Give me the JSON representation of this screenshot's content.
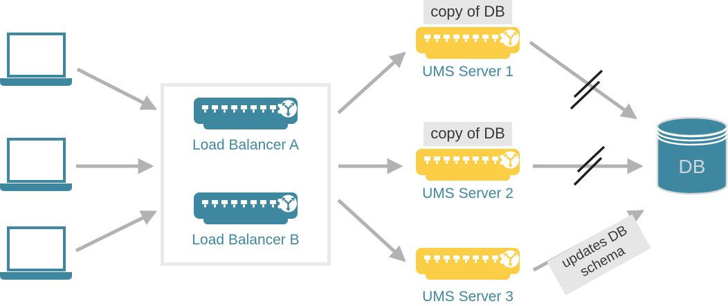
{
  "diagram": {
    "clients": {
      "count": 3,
      "icon": "laptop-icon"
    },
    "load_balancers": [
      {
        "label": "Load Balancer A",
        "icon": "load-balancer-device-icon"
      },
      {
        "label": "Load Balancer B",
        "icon": "load-balancer-device-icon"
      }
    ],
    "ums_servers": [
      {
        "label": "UMS Server 1",
        "badge": "copy of DB",
        "icon": "server-device-icon",
        "link_to_db": "interrupted"
      },
      {
        "label": "UMS Server 2",
        "badge": "copy of DB",
        "icon": "server-device-icon",
        "link_to_db": "interrupted"
      },
      {
        "label": "UMS Server 3",
        "icon": "server-device-icon",
        "link_to_db": "active"
      }
    ],
    "database": {
      "label": "DB",
      "icon": "database-cylinder-icon"
    },
    "annotation": {
      "line1": "updates DB",
      "line2": "schema"
    },
    "colors": {
      "node_teal": "#3d87a0",
      "server_yellow": "#fbce45",
      "arrow_gray": "#b2b2b2",
      "badge_background": "#e6e6e6",
      "badge_text": "#383838",
      "box_border": "#eaeaea",
      "break_mark": "#1f1f1f",
      "db_label_text": "#ccd5da"
    }
  }
}
